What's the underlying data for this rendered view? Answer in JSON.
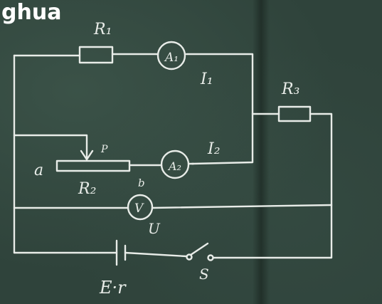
{
  "watermark": "ghua",
  "labels": {
    "r1": "R₁",
    "a1": "A₁",
    "i1": "I₁",
    "r3": "R₃",
    "p": "P",
    "r2": "R₂",
    "a": "a",
    "b": "b",
    "a2": "A₂",
    "i2": "I₂",
    "v": "V",
    "u": "U",
    "er": "E·r",
    "s": "S"
  },
  "colors": {
    "board": "#2f433b",
    "chalk": "#e8ece8",
    "watermark": "#ffffff"
  }
}
